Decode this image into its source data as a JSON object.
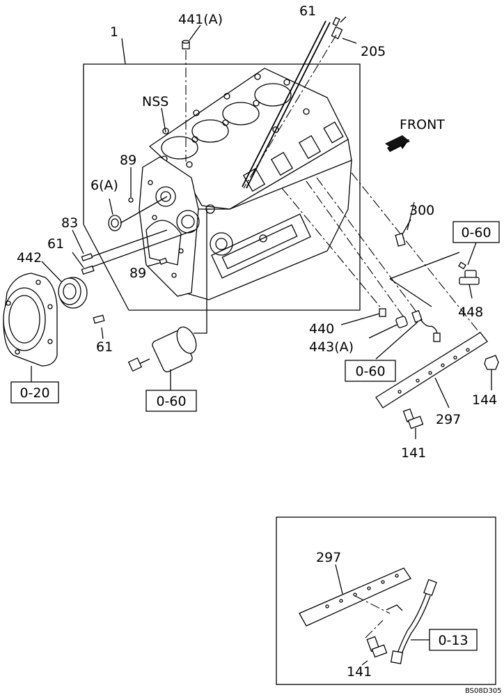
{
  "labels": {
    "p1": "1",
    "p441a": "441(A)",
    "p61_top": "61",
    "p205": "205",
    "nss": "NSS",
    "front": "FRONT",
    "p89_a": "89",
    "p6a": "6(A)",
    "p83": "83",
    "p61_left": "61",
    "p442": "442",
    "p89_b": "89",
    "p61_bottom": "61",
    "p300": "300",
    "p448": "448",
    "p440": "440",
    "p443a": "443(A)",
    "p144": "144",
    "p297": "297",
    "p141": "141",
    "inset_297": "297",
    "inset_141": "141",
    "drawing_code": "BS08D305"
  },
  "refs": {
    "ref_020": "0-20",
    "ref_060_bottom": "0-60",
    "ref_060_mid": "0-60",
    "ref_060_right": "0-60",
    "ref_013": "0-13"
  },
  "icons": {
    "front_arrow": "arrow-icon"
  }
}
